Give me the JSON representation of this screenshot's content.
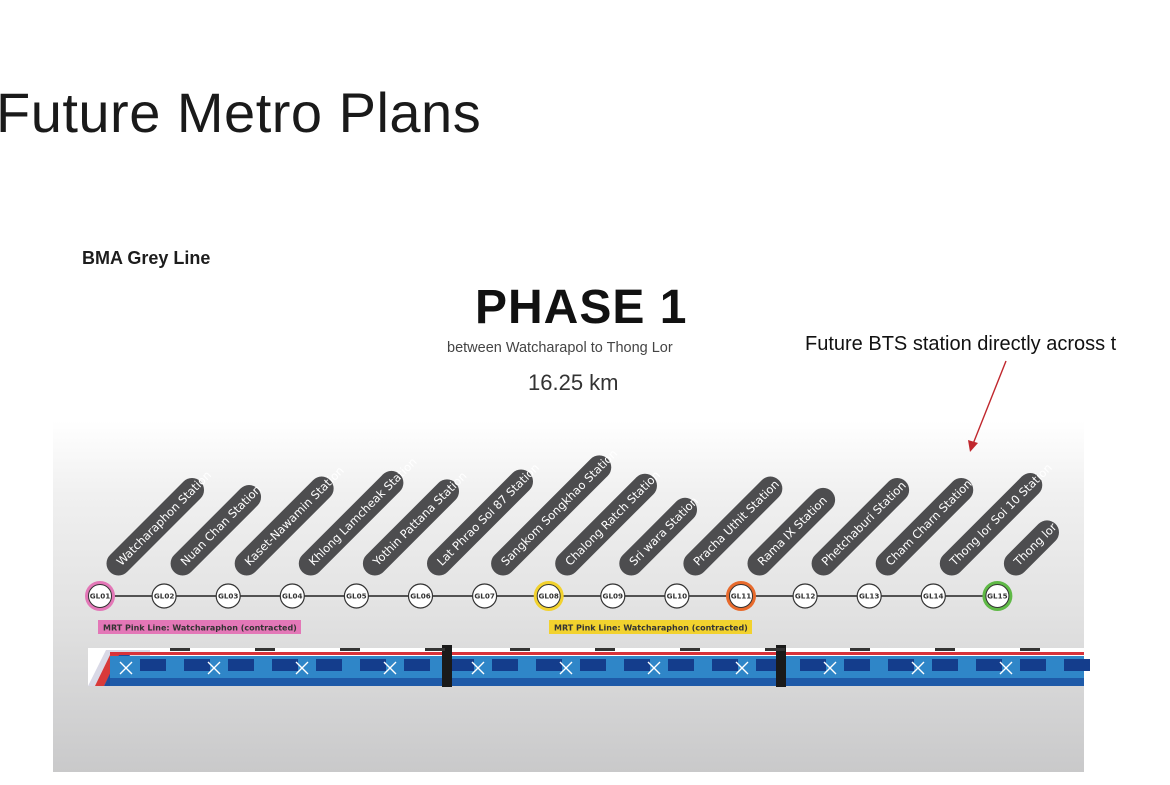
{
  "slide": {
    "title": "Future Metro Plans"
  },
  "map": {
    "line_name": "BMA Grey Line",
    "phase_title": "PHASE 1",
    "phase_subtitle": "between Watcharapol to Thong Lor",
    "phase_length": "16.25 km"
  },
  "annotation": {
    "text": "Future BTS station directly across t",
    "color": "#c0272d"
  },
  "colors": {
    "line": "#222222",
    "pill": "#4d4d4f",
    "pink": "#e377b7",
    "yellow": "#f2d22e",
    "orange": "#e86a2c",
    "green": "#5fb946",
    "train_blue": "#1e5aa8",
    "train_light": "#2f86c8"
  },
  "stations": [
    {
      "code": "GL01",
      "name": "Watcharaphon Station",
      "ring": "pink"
    },
    {
      "code": "GL02",
      "name": "Nuan Chan Station",
      "ring": ""
    },
    {
      "code": "GL03",
      "name": "Kaset-Nawamin Station",
      "ring": ""
    },
    {
      "code": "GL04",
      "name": "Khlong Lamcheak Station",
      "ring": ""
    },
    {
      "code": "GL05",
      "name": "Yothin Pattana Station",
      "ring": ""
    },
    {
      "code": "GL06",
      "name": "Lat Phrao Soi 87 Station",
      "ring": ""
    },
    {
      "code": "GL07",
      "name": "Sangkom Songkhao Station",
      "ring": ""
    },
    {
      "code": "GL08",
      "name": "Chalong Ratch Station",
      "ring": "yellow"
    },
    {
      "code": "GL09",
      "name": "Sri wara Station",
      "ring": ""
    },
    {
      "code": "GL10",
      "name": "Pracha Uthit Station",
      "ring": ""
    },
    {
      "code": "GL11",
      "name": "Rama IX Station",
      "ring": "orange"
    },
    {
      "code": "GL12",
      "name": "Phetchaburi Station",
      "ring": ""
    },
    {
      "code": "GL13",
      "name": "Cham Charn Station",
      "ring": ""
    },
    {
      "code": "GL14",
      "name": "Thong lor Soi 10 Station",
      "ring": ""
    },
    {
      "code": "GL15",
      "name": "Thong lor",
      "ring": "green"
    }
  ],
  "legends": [
    {
      "text": "MRT Pink Line: Watcharaphon (contracted)",
      "color": "#e377b7"
    },
    {
      "text": "MRT Pink Line: Watcharaphon (contracted)",
      "color": "#f2d22e"
    }
  ]
}
